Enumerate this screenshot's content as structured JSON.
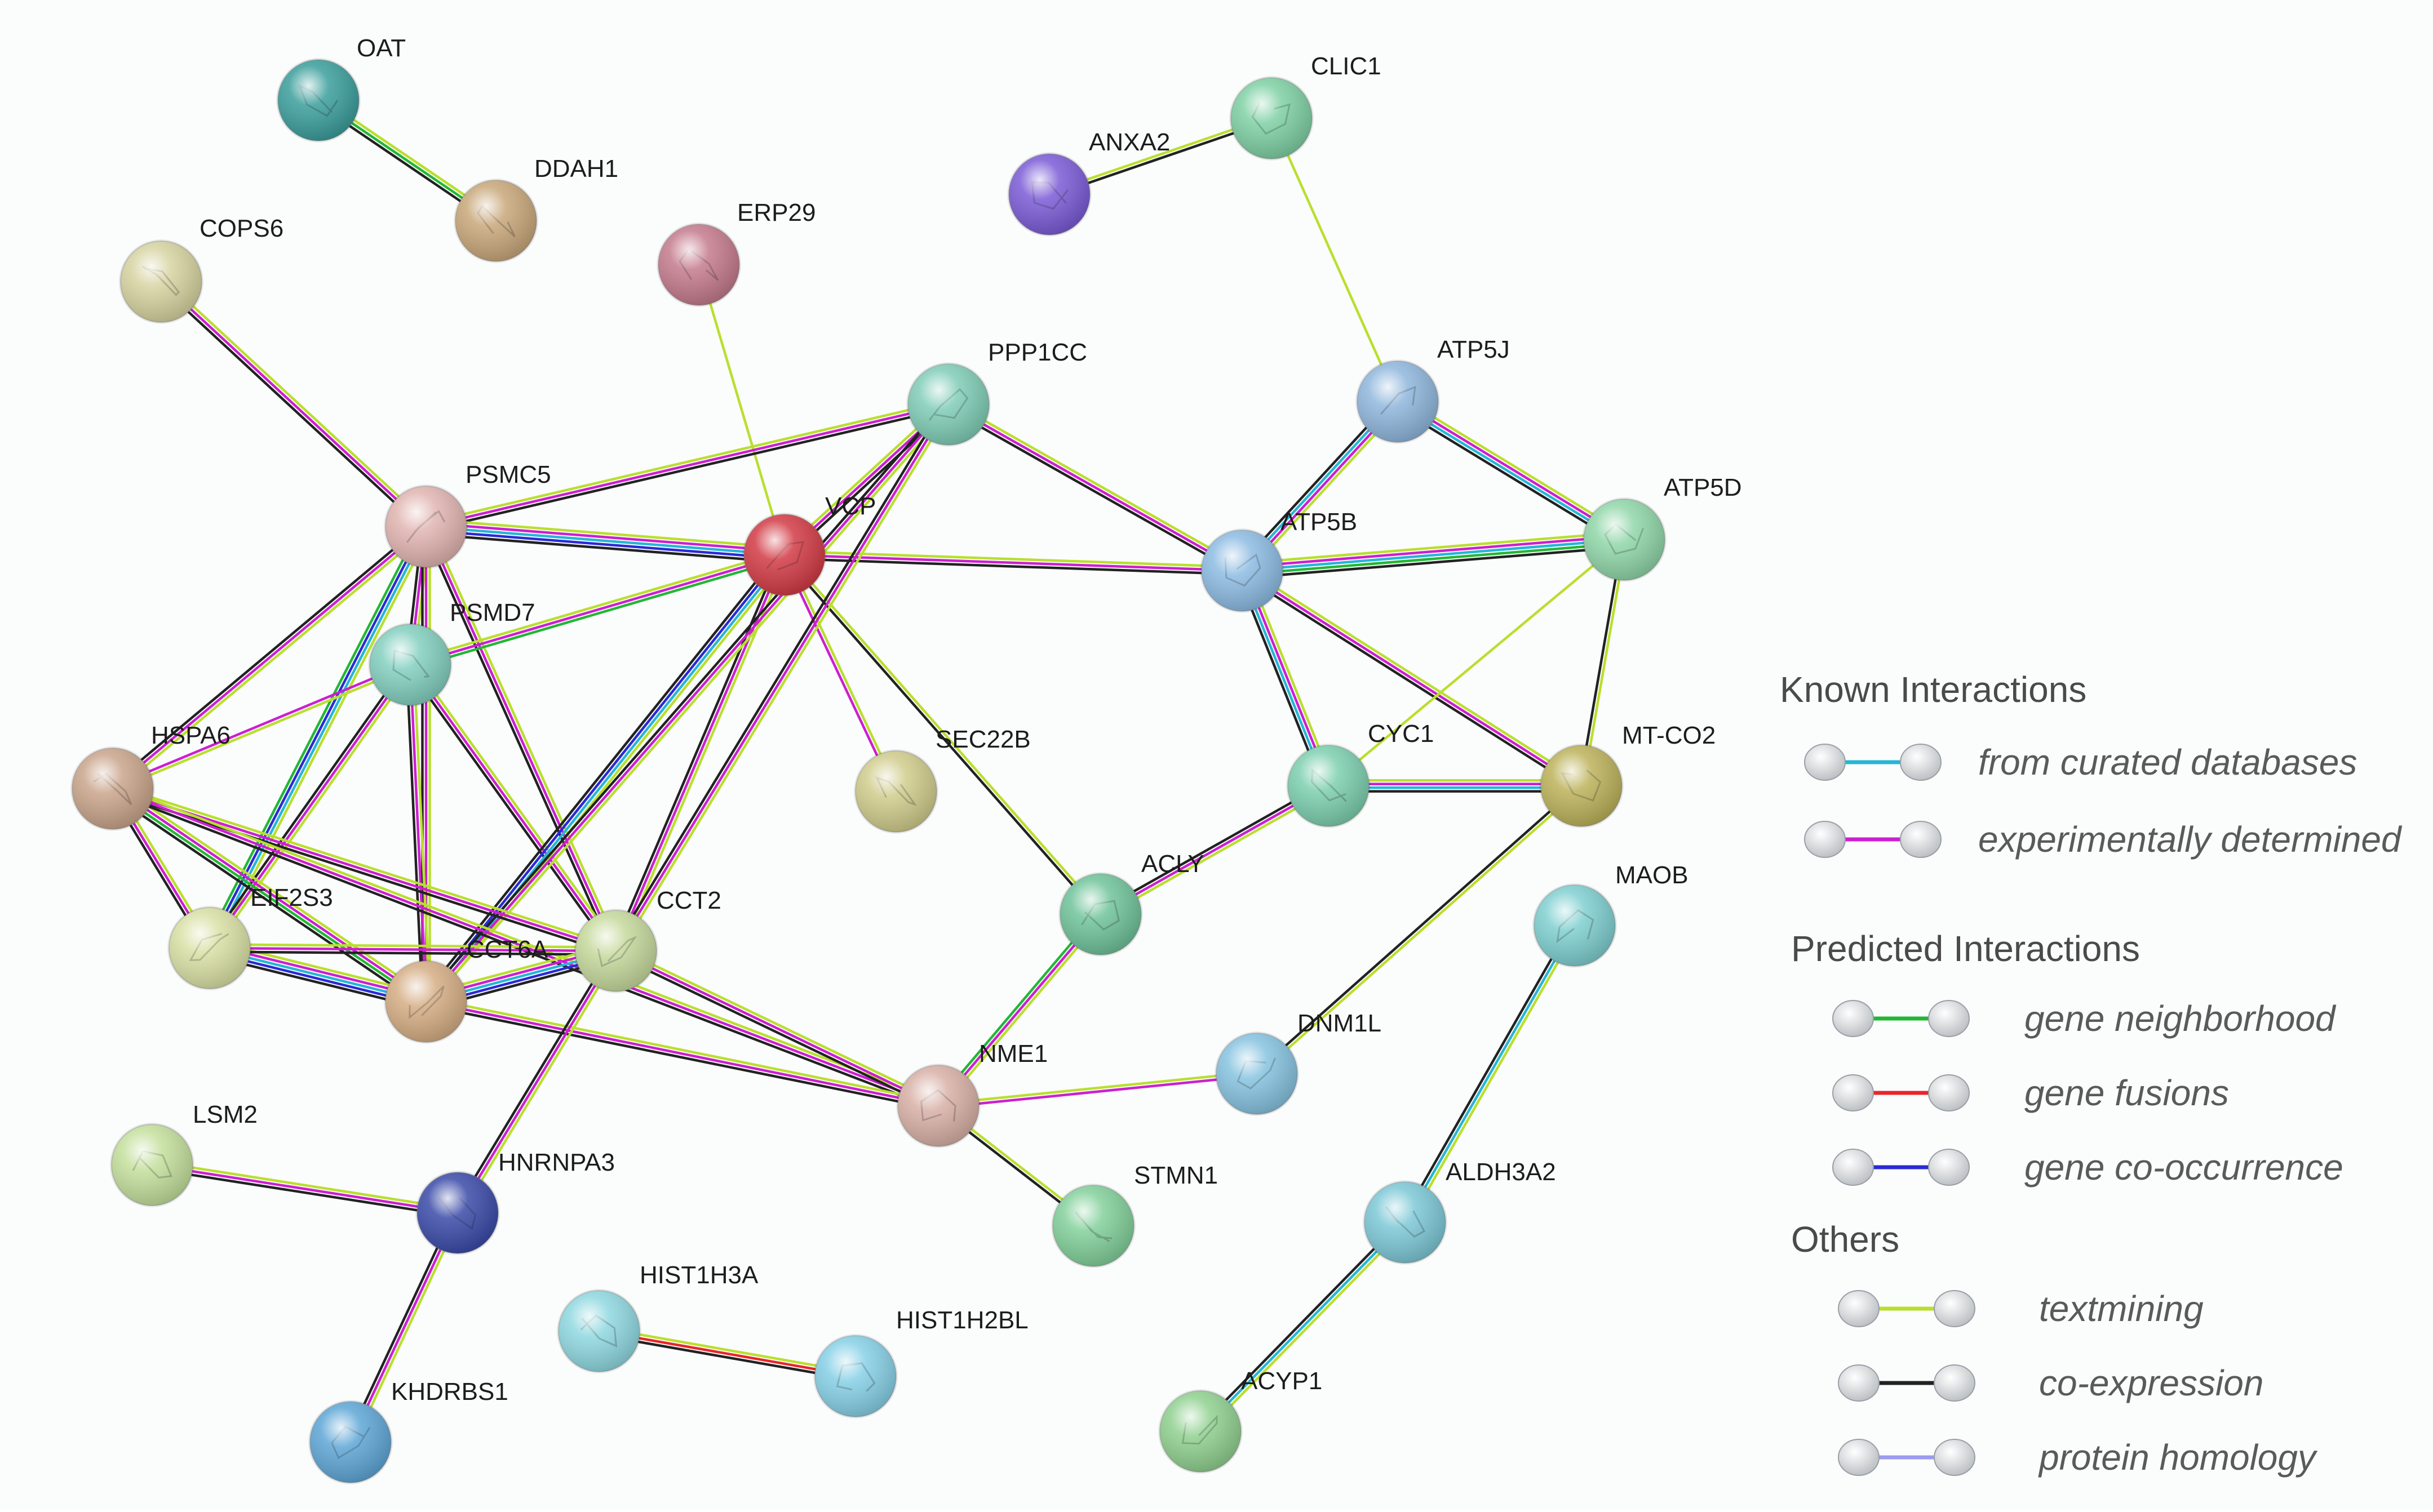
{
  "nodes": [
    {
      "id": "OAT",
      "label": "OAT",
      "color": "#3a9e9b"
    },
    {
      "id": "DDAH1",
      "label": "DDAH1",
      "color": "#c8a77a"
    },
    {
      "id": "COPS6",
      "label": "COPS6",
      "color": "#d6d3a0"
    },
    {
      "id": "ERP29",
      "label": "ERP29",
      "color": "#c47a8c"
    },
    {
      "id": "ANXA2",
      "label": "ANXA2",
      "color": "#7a5bd6"
    },
    {
      "id": "CLIC1",
      "label": "CLIC1",
      "color": "#7ed0a4"
    },
    {
      "id": "PPP1CC",
      "label": "PPP1CC",
      "color": "#7fcdb6"
    },
    {
      "id": "ATP5J",
      "label": "ATP5J",
      "color": "#8fb6dc"
    },
    {
      "id": "PSMC5",
      "label": "PSMC5",
      "color": "#e0b4b0"
    },
    {
      "id": "VCP",
      "label": "VCP",
      "color": "#d23a44"
    },
    {
      "id": "ATP5B",
      "label": "ATP5B",
      "color": "#8cbbe2"
    },
    {
      "id": "ATP5D",
      "label": "ATP5D",
      "color": "#8fd6a8"
    },
    {
      "id": "PSMD7",
      "label": "PSMD7",
      "color": "#82cfbf"
    },
    {
      "id": "HSPA6",
      "label": "HSPA6",
      "color": "#c9a48a"
    },
    {
      "id": "SEC22B",
      "label": "SEC22B",
      "color": "#d0cc8c"
    },
    {
      "id": "CYC1",
      "label": "CYC1",
      "color": "#7ccfae"
    },
    {
      "id": "MT-CO2",
      "label": "MT-CO2",
      "color": "#bcb25a"
    },
    {
      "id": "ACLY",
      "label": "ACLY",
      "color": "#6fc39a"
    },
    {
      "id": "MAOB",
      "label": "MAOB",
      "color": "#7fcfd0"
    },
    {
      "id": "EIF2S3",
      "label": "EIF2S3",
      "color": "#d9e0a4"
    },
    {
      "id": "CCT6A",
      "label": "CCT6A",
      "color": "#d5ad84"
    },
    {
      "id": "CCT2",
      "label": "CCT2",
      "color": "#c6d99c"
    },
    {
      "id": "DNM1L",
      "label": "DNM1L",
      "color": "#86c3e0"
    },
    {
      "id": "NME1",
      "label": "NME1",
      "color": "#d8b0a6"
    },
    {
      "id": "LSM2",
      "label": "LSM2",
      "color": "#c4df9c"
    },
    {
      "id": "HNRNPA3",
      "label": "HNRNPA3",
      "color": "#3a4aa8"
    },
    {
      "id": "STMN1",
      "label": "STMN1",
      "color": "#82d09a"
    },
    {
      "id": "ALDH3A2",
      "label": "ALDH3A2",
      "color": "#7cc8d6"
    },
    {
      "id": "HIST1H3A",
      "label": "HIST1H3A",
      "color": "#8fd8e0"
    },
    {
      "id": "HIST1H2BL",
      "label": "HIST1H2BL",
      "color": "#86d0e6"
    },
    {
      "id": "KHDRBS1",
      "label": "KHDRBS1",
      "color": "#5ea6d6"
    },
    {
      "id": "ACYP1",
      "label": "ACYP1",
      "color": "#90d090"
    }
  ],
  "edges": [
    {
      "source": "OAT",
      "target": "DDAH1",
      "types": [
        "textmining",
        "gene_neighborhood",
        "coexpression"
      ]
    },
    {
      "source": "ANXA2",
      "target": "CLIC1",
      "types": [
        "textmining",
        "coexpression"
      ]
    },
    {
      "source": "CLIC1",
      "target": "ATP5J",
      "types": [
        "textmining"
      ]
    },
    {
      "source": "ERP29",
      "target": "VCP",
      "types": [
        "textmining"
      ]
    },
    {
      "source": "COPS6",
      "target": "PSMC5",
      "types": [
        "textmining",
        "experimental",
        "coexpression"
      ]
    },
    {
      "source": "PSMC5",
      "target": "PPP1CC",
      "types": [
        "textmining",
        "experimental",
        "coexpression"
      ]
    },
    {
      "source": "PSMC5",
      "target": "VCP",
      "types": [
        "textmining",
        "experimental",
        "curated",
        "cooccurrence",
        "coexpression"
      ]
    },
    {
      "source": "PSMC5",
      "target": "PSMD7",
      "types": [
        "textmining",
        "experimental",
        "coexpression"
      ]
    },
    {
      "source": "PSMC5",
      "target": "HSPA6",
      "types": [
        "textmining",
        "experimental",
        "coexpression"
      ]
    },
    {
      "source": "PSMC5",
      "target": "EIF2S3",
      "types": [
        "textmining",
        "curated",
        "cooccurrence",
        "gene_neighborhood"
      ]
    },
    {
      "source": "PSMC5",
      "target": "CCT6A",
      "types": [
        "textmining",
        "experimental",
        "coexpression"
      ]
    },
    {
      "source": "PSMC5",
      "target": "CCT2",
      "types": [
        "textmining",
        "experimental",
        "coexpression"
      ]
    },
    {
      "source": "PSMD7",
      "target": "VCP",
      "types": [
        "textmining",
        "experimental",
        "gene_neighborhood"
      ]
    },
    {
      "source": "PSMD7",
      "target": "HSPA6",
      "types": [
        "textmining",
        "experimental"
      ]
    },
    {
      "source": "PSMD7",
      "target": "EIF2S3",
      "types": [
        "textmining",
        "experimental",
        "coexpression"
      ]
    },
    {
      "source": "PSMD7",
      "target": "CCT6A",
      "types": [
        "textmining",
        "experimental",
        "coexpression"
      ]
    },
    {
      "source": "PSMD7",
      "target": "CCT2",
      "types": [
        "textmining",
        "experimental",
        "coexpression"
      ]
    },
    {
      "source": "VCP",
      "target": "PPP1CC",
      "types": [
        "textmining",
        "experimental",
        "coexpression"
      ]
    },
    {
      "source": "VCP",
      "target": "ATP5B",
      "types": [
        "textmining",
        "experimental",
        "coexpression"
      ]
    },
    {
      "source": "VCP",
      "target": "SEC22B",
      "types": [
        "textmining",
        "experimental"
      ]
    },
    {
      "source": "VCP",
      "target": "ACLY",
      "types": [
        "textmining",
        "coexpression"
      ]
    },
    {
      "source": "VCP",
      "target": "CCT2",
      "types": [
        "textmining",
        "experimental",
        "coexpression"
      ]
    },
    {
      "source": "VCP",
      "target": "CCT6A",
      "types": [
        "textmining",
        "curated",
        "cooccurrence",
        "coexpression"
      ]
    },
    {
      "source": "PPP1CC",
      "target": "ATP5B",
      "types": [
        "textmining",
        "experimental",
        "coexpression"
      ]
    },
    {
      "source": "PPP1CC",
      "target": "CCT6A",
      "types": [
        "textmining",
        "experimental",
        "coexpression"
      ]
    },
    {
      "source": "PPP1CC",
      "target": "CCT2",
      "types": [
        "textmining",
        "experimental",
        "coexpression"
      ]
    },
    {
      "source": "ATP5J",
      "target": "ATP5B",
      "types": [
        "textmining",
        "experimental",
        "curated",
        "coexpression"
      ]
    },
    {
      "source": "ATP5J",
      "target": "ATP5D",
      "types": [
        "textmining",
        "experimental",
        "curated",
        "coexpression"
      ]
    },
    {
      "source": "ATP5B",
      "target": "ATP5D",
      "types": [
        "textmining",
        "experimental",
        "curated",
        "gene_neighborhood",
        "coexpression"
      ]
    },
    {
      "source": "ATP5B",
      "target": "CYC1",
      "types": [
        "textmining",
        "experimental",
        "curated",
        "coexpression"
      ]
    },
    {
      "source": "ATP5B",
      "target": "MT-CO2",
      "types": [
        "textmining",
        "experimental",
        "coexpression"
      ]
    },
    {
      "source": "ATP5D",
      "target": "CYC1",
      "types": [
        "textmining"
      ]
    },
    {
      "source": "ATP5D",
      "target": "MT-CO2",
      "types": [
        "textmining",
        "coexpression"
      ]
    },
    {
      "source": "CYC1",
      "target": "MT-CO2",
      "types": [
        "textmining",
        "experimental",
        "curated",
        "coexpression"
      ]
    },
    {
      "source": "CYC1",
      "target": "ACLY",
      "types": [
        "textmining",
        "experimental",
        "coexpression"
      ]
    },
    {
      "source": "MT-CO2",
      "target": "DNM1L",
      "types": [
        "textmining",
        "coexpression"
      ]
    },
    {
      "source": "ACLY",
      "target": "NME1",
      "types": [
        "textmining",
        "experimental",
        "gene_neighborhood"
      ]
    },
    {
      "source": "HSPA6",
      "target": "EIF2S3",
      "types": [
        "textmining",
        "experimental",
        "coexpression"
      ]
    },
    {
      "source": "HSPA6",
      "target": "CCT6A",
      "types": [
        "textmining",
        "experimental",
        "gene_neighborhood",
        "coexpression"
      ]
    },
    {
      "source": "HSPA6",
      "target": "CCT2",
      "types": [
        "textmining",
        "experimental",
        "coexpression"
      ]
    },
    {
      "source": "HSPA6",
      "target": "NME1",
      "types": [
        "textmining",
        "experimental",
        "coexpression"
      ]
    },
    {
      "source": "EIF2S3",
      "target": "CCT6A",
      "types": [
        "textmining",
        "experimental",
        "curated",
        "cooccurrence",
        "coexpression"
      ]
    },
    {
      "source": "EIF2S3",
      "target": "CCT2",
      "types": [
        "textmining",
        "experimental",
        "coexpression"
      ]
    },
    {
      "source": "CCT6A",
      "target": "CCT2",
      "types": [
        "textmining",
        "experimental",
        "curated",
        "cooccurrence",
        "coexpression"
      ]
    },
    {
      "source": "CCT6A",
      "target": "NME1",
      "types": [
        "textmining",
        "experimental",
        "coexpression"
      ]
    },
    {
      "source": "CCT2",
      "target": "NME1",
      "types": [
        "textmining",
        "experimental",
        "coexpression"
      ]
    },
    {
      "source": "CCT2",
      "target": "HNRNPA3",
      "types": [
        "textmining",
        "experimental",
        "coexpression"
      ]
    },
    {
      "source": "NME1",
      "target": "DNM1L",
      "types": [
        "textmining",
        "experimental"
      ]
    },
    {
      "source": "NME1",
      "target": "STMN1",
      "types": [
        "textmining",
        "coexpression"
      ]
    },
    {
      "source": "LSM2",
      "target": "HNRNPA3",
      "types": [
        "textmining",
        "experimental",
        "coexpression"
      ]
    },
    {
      "source": "HNRNPA3",
      "target": "KHDRBS1",
      "types": [
        "textmining",
        "experimental",
        "coexpression"
      ]
    },
    {
      "source": "HIST1H3A",
      "target": "HIST1H2BL",
      "types": [
        "textmining",
        "gene_fusion",
        "coexpression"
      ]
    },
    {
      "source": "MAOB",
      "target": "ALDH3A2",
      "types": [
        "textmining",
        "curated",
        "coexpression"
      ]
    },
    {
      "source": "ALDH3A2",
      "target": "ACYP1",
      "types": [
        "textmining",
        "curated",
        "coexpression"
      ]
    }
  ],
  "edge_colors": {
    "curated": "#25b6d6",
    "experimental": "#cc1fd0",
    "gene_neighborhood": "#22b735",
    "gene_fusion": "#e8262a",
    "cooccurrence": "#2a2ad6",
    "textmining": "#b9df2e",
    "coexpression": "#222222",
    "homology": "#9b9bf0"
  },
  "legend": {
    "known_title": "Known Interactions",
    "known": [
      {
        "label": "from curated databases",
        "color_key": "curated"
      },
      {
        "label": "experimentally determined",
        "color_key": "experimental"
      }
    ],
    "predicted_title": "Predicted Interactions",
    "predicted": [
      {
        "label": "gene neighborhood",
        "color_key": "gene_neighborhood"
      },
      {
        "label": "gene fusions",
        "color_key": "gene_fusion"
      },
      {
        "label": "gene co-occurrence",
        "color_key": "cooccurrence"
      }
    ],
    "others_title": "Others",
    "others": [
      {
        "label": "textmining",
        "color_key": "textmining"
      },
      {
        "label": "co-expression",
        "color_key": "coexpression"
      },
      {
        "label": "protein homology",
        "color_key": "homology"
      }
    ]
  }
}
